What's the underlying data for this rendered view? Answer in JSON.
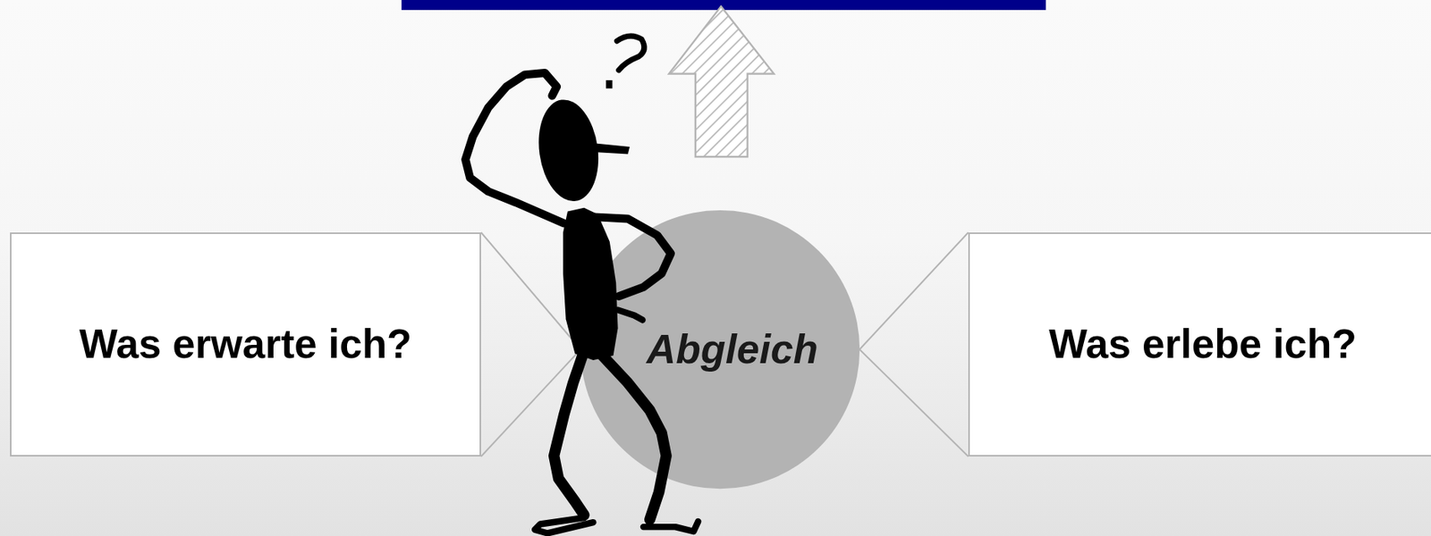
{
  "diagram": {
    "nodes": [
      {
        "text": [
          "Was erwarte ich?"
        ]
      },
      {
        "text": [
          "Abgleich"
        ]
      },
      {
        "text": [
          "Was erlebe ich?"
        ]
      }
    ],
    "edges": [
      {
        "from": 0,
        "to": 1,
        "arrow": "none"
      },
      {
        "from": 1,
        "to": 2,
        "arrow": "none"
      }
    ]
  }
}
